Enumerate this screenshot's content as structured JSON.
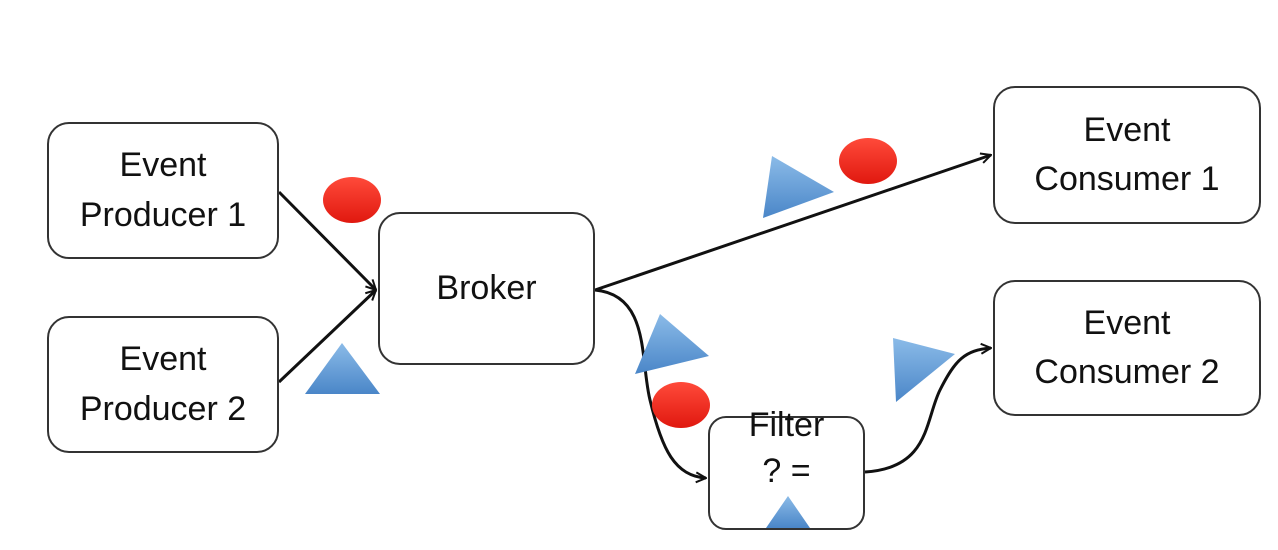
{
  "diagram": {
    "nodes": {
      "producer1": {
        "line1": "Event",
        "line2": "Producer 1"
      },
      "producer2": {
        "line1": "Event",
        "line2": "Producer 2"
      },
      "broker": {
        "label": "Broker"
      },
      "consumer1": {
        "line1": "Event",
        "line2": "Consumer 1"
      },
      "consumer2": {
        "line1": "Event",
        "line2": "Consumer 2"
      },
      "filter": {
        "line1": "Filter",
        "condition": "? =",
        "condition_icon": "triangle-event-icon"
      }
    },
    "edges": [
      {
        "from": "producer1",
        "to": "broker",
        "carries": "circle-event"
      },
      {
        "from": "producer2",
        "to": "broker",
        "carries": "triangle-event"
      },
      {
        "from": "broker",
        "to": "consumer1",
        "carries": [
          "triangle-event",
          "circle-event"
        ]
      },
      {
        "from": "broker",
        "to": "filter",
        "carries": [
          "triangle-event",
          "circle-event"
        ]
      },
      {
        "from": "filter",
        "to": "consumer2",
        "carries": "triangle-event"
      }
    ],
    "colors": {
      "circle_event": "#f0281e",
      "triangle_event": "#5b9bd5",
      "line": "#111111"
    }
  }
}
